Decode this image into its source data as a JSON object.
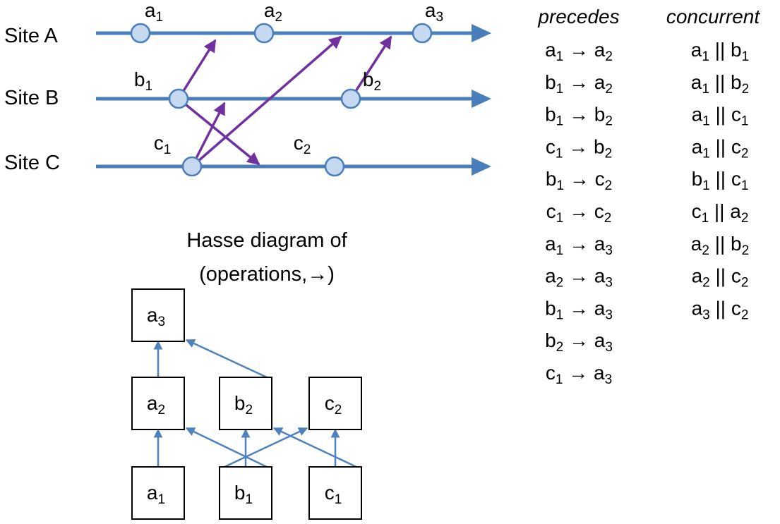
{
  "sites": [
    {
      "id": "A",
      "label": "Site A"
    },
    {
      "id": "B",
      "label": "Site B"
    },
    {
      "id": "C",
      "label": "Site C"
    }
  ],
  "events": [
    {
      "id": "a1",
      "base": "a",
      "sub": "1",
      "site": "A"
    },
    {
      "id": "a2",
      "base": "a",
      "sub": "2",
      "site": "A"
    },
    {
      "id": "a3",
      "base": "a",
      "sub": "3",
      "site": "A"
    },
    {
      "id": "b1",
      "base": "b",
      "sub": "1",
      "site": "B"
    },
    {
      "id": "b2",
      "base": "b",
      "sub": "2",
      "site": "B"
    },
    {
      "id": "c1",
      "base": "c",
      "sub": "1",
      "site": "C"
    },
    {
      "id": "c2",
      "base": "c",
      "sub": "2",
      "site": "C"
    }
  ],
  "messages": [
    {
      "from": "b1",
      "to_site": "A"
    },
    {
      "from": "b1",
      "to_site": "C"
    },
    {
      "from": "c1",
      "to_site": "B"
    },
    {
      "from": "c1",
      "to_site": "A"
    },
    {
      "from": "b2",
      "to_site": "A"
    }
  ],
  "precedes": {
    "heading": "precedes",
    "symbol": "→",
    "pairs": [
      [
        "a1",
        "a2"
      ],
      [
        "b1",
        "a2"
      ],
      [
        "b1",
        "b2"
      ],
      [
        "c1",
        "b2"
      ],
      [
        "b1",
        "c2"
      ],
      [
        "c1",
        "c2"
      ],
      [
        "a1",
        "a3"
      ],
      [
        "a2",
        "a3"
      ],
      [
        "b1",
        "a3"
      ],
      [
        "b2",
        "a3"
      ],
      [
        "c1",
        "a3"
      ]
    ]
  },
  "concurrent": {
    "heading": "concurrent",
    "symbol": "||",
    "pairs": [
      [
        "a1",
        "b1"
      ],
      [
        "a1",
        "b2"
      ],
      [
        "a1",
        "c1"
      ],
      [
        "a1",
        "c2"
      ],
      [
        "b1",
        "c1"
      ],
      [
        "c1",
        "a2"
      ],
      [
        "a2",
        "b2"
      ],
      [
        "a2",
        "c2"
      ],
      [
        "a3",
        "c2"
      ]
    ]
  },
  "hasse": {
    "title_line1": "Hasse diagram of",
    "title_line2": "(operations,→)",
    "nodes": [
      "a3",
      "a2",
      "b2",
      "c2",
      "a1",
      "b1",
      "c1"
    ],
    "edges": [
      [
        "a2",
        "a3"
      ],
      [
        "b2",
        "a3"
      ],
      [
        "a1",
        "a2"
      ],
      [
        "b1",
        "a2"
      ],
      [
        "b1",
        "b2"
      ],
      [
        "b1",
        "c2"
      ],
      [
        "c1",
        "b2"
      ],
      [
        "c1",
        "c2"
      ]
    ]
  },
  "colors": {
    "timeline": "#4a7ebb",
    "message": "#7030a0",
    "event_fill": "#c5d9f1",
    "event_stroke": "#4a7ebb",
    "hasse_edge": "#4f81bd",
    "node_border": "#000000"
  }
}
